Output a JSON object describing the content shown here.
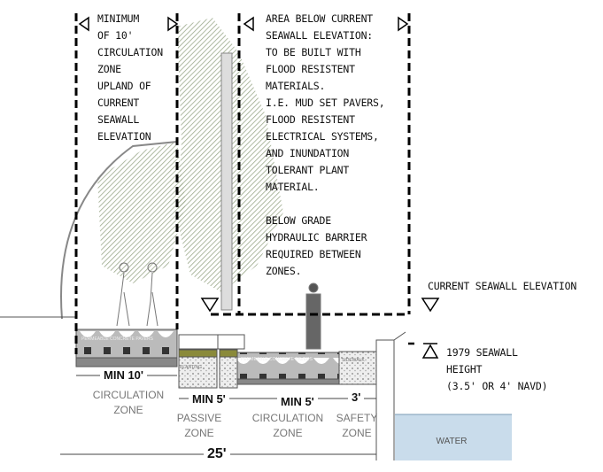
{
  "notes": {
    "left": "MINIMUM\nOF 10'\nCIRCULATION\nZONE\nUPLAND OF\nCURRENT\nSEAWALL\nELEVATION",
    "right": "AREA BELOW CURRENT\nSEAWALL ELEVATION:\nTO BE BUILT WITH\nFLOOD RESISTENT\nMATERIALS.\nI.E. MUD SET PAVERS,\nFLOOD RESISTENT\nELECTRICAL SYSTEMS,\nAND INUNDATION\nTOLERANT PLANT\nMATERIAL.\n\nBELOW GRADE\nHYDRAULIC BARRIER\nREQUIRED BETWEEN\nZONES.",
    "current_elevation": "CURRENT SEAWALL ELEVATION",
    "seawall_1979": "1979 SEAWALL\nHEIGHT\n(3.5' OR 4' NAVD)"
  },
  "dimensions": {
    "min10": "MIN 10'",
    "min5a": "MIN 5'",
    "min5b": "MIN 5'",
    "three": "3'",
    "total": "25'"
  },
  "zones": {
    "circulation1": "CIRCULATION\nZONE",
    "passive": "PASSIVE\nZONE",
    "circulation2": "CIRCULATION\nZONE",
    "safety": "SAFETY\nZONE"
  },
  "materials": {
    "pavers1": "PERMEABLE CONCRETE PAVERS",
    "pavers2": "PERMEABLE CONCRETE PAVERS",
    "planting": "PLANTING",
    "sidewalk": "SIDEWALK"
  },
  "water_label": "WATER",
  "colors": {
    "tree": "#9aa88a",
    "water": "#c9dceb",
    "grass": "#8a8a3a"
  }
}
